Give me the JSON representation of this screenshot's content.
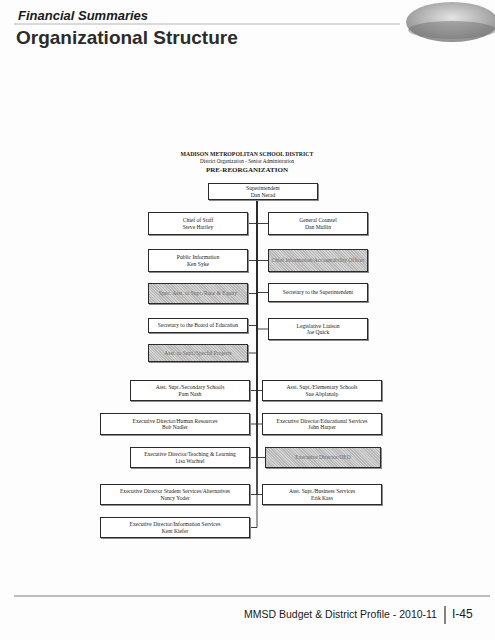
{
  "diagram": {
    "title": "Organizational Structure",
    "nodes": [
      {
        "text": [
          "Superintendent",
          "Dan Nerad"
        ]
      },
      {
        "text": [
          "Chief of Staff",
          "Steve Hartley"
        ]
      },
      {
        "text": [
          "General Counsel",
          "Dan Mullin"
        ]
      },
      {
        "text": [
          "Public Information",
          "Ken Syke"
        ]
      },
      {
        "text": [
          "Chief Information/Accountability Officer"
        ]
      },
      {
        "text": [
          "Spec. Asst. to Supt./Race & Equity"
        ]
      },
      {
        "text": [
          "Secretary to the Superintendent"
        ]
      },
      {
        "text": [
          "Secretary to the Board of Education"
        ]
      },
      {
        "text": [
          "Legislative Liaison",
          "Joe Quick"
        ]
      },
      {
        "text": [
          "Asst. to Supt./Special Projects"
        ]
      },
      {
        "text": [
          "Asst. Supt./Secondary Schools",
          "Pam Nash"
        ]
      },
      {
        "text": [
          "Asst. Supt./Elementary Schools",
          "Sue Abplanalp"
        ]
      },
      {
        "text": [
          "Executive Director/Human Resources",
          "Bob Nadler"
        ]
      },
      {
        "text": [
          "Executive Director/Educational Services",
          "John Harper"
        ]
      },
      {
        "text": [
          "Executive Director/Teaching & Learning",
          "Lisa Wachtel"
        ]
      },
      {
        "text": [
          "Executive Director/OEO"
        ]
      },
      {
        "text": [
          "Executive Director Student Services/Alternatives",
          "Nancy Yoder"
        ]
      },
      {
        "text": [
          "Asst. Supt./Business Services",
          "Erik Kass"
        ]
      },
      {
        "text": [
          "Executive Director/Information Services",
          "Kent Kiefer"
        ]
      }
    ],
    "edges": [
      {
        "from": 0,
        "to": 1,
        "arrow": "none"
      },
      {
        "from": 0,
        "to": 2,
        "arrow": "none"
      },
      {
        "from": 0,
        "to": 3,
        "arrow": "none"
      },
      {
        "from": 0,
        "to": 4,
        "arrow": "none"
      },
      {
        "from": 0,
        "to": 5,
        "arrow": "none"
      },
      {
        "from": 0,
        "to": 6,
        "arrow": "none"
      },
      {
        "from": 0,
        "to": 7,
        "arrow": "none"
      },
      {
        "from": 0,
        "to": 8,
        "arrow": "none"
      },
      {
        "from": 0,
        "to": 9,
        "arrow": "none"
      },
      {
        "from": 0,
        "to": 10,
        "arrow": "none"
      },
      {
        "from": 0,
        "to": 11,
        "arrow": "none"
      },
      {
        "from": 0,
        "to": 12,
        "arrow": "none"
      },
      {
        "from": 0,
        "to": 13,
        "arrow": "none"
      },
      {
        "from": 0,
        "to": 14,
        "arrow": "none"
      },
      {
        "from": 0,
        "to": 15,
        "arrow": "none"
      },
      {
        "from": 0,
        "to": 16,
        "arrow": "none"
      },
      {
        "from": 0,
        "to": 17,
        "arrow": "none"
      },
      {
        "from": 0,
        "to": 18,
        "arrow": "none"
      }
    ],
    "labels": [
      "Financial Summaries",
      "MADISON METROPOLITAN SCHOOL DISTRICT",
      "District Organization - Senior Administration",
      "PRE-REORGANIZATION",
      "MMSD Budget & District Profile - 2010-11",
      "I-45"
    ]
  }
}
